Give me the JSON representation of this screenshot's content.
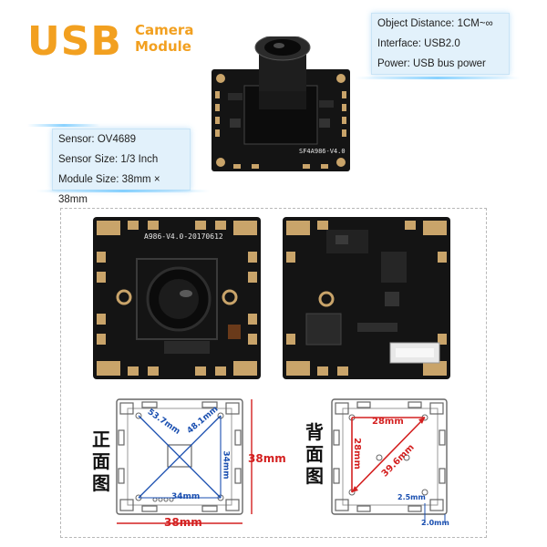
{
  "header": {
    "title_big": "USB",
    "title_line1": "Camera",
    "title_line2": "Module",
    "accent_color": "#f2a020"
  },
  "specs_right": [
    "Object Distance: 1CM~∞",
    "Interface: USB2.0",
    "Power: USB bus power"
  ],
  "specs_left": [
    "Sensor: OV4689",
    "Sensor Size: 1/3 Inch",
    "Module Size: 38mm × 38mm"
  ],
  "board_top": {
    "silk_text": "SF4A986-V4.0"
  },
  "front_board": {
    "silk_text": "A986-V4.0-20170612"
  },
  "front_diagram": {
    "side_label": "正面图",
    "diag1": "53.7mm",
    "diag2": "48.1mm",
    "inner_h": "34mm",
    "inner_w": "34mm",
    "outer_h": "38mm",
    "outer_w": "38mm"
  },
  "back_diagram": {
    "side_label": "背面图",
    "top": "28mm",
    "left": "28mm",
    "diag": "39.6mm",
    "hole": "2.5mm",
    "edge": "2.0mm"
  },
  "colors": {
    "pcb": "#141414",
    "pad": "#c9a46a",
    "dim_red": "#d42020",
    "dim_blue": "#1a4fb0"
  }
}
